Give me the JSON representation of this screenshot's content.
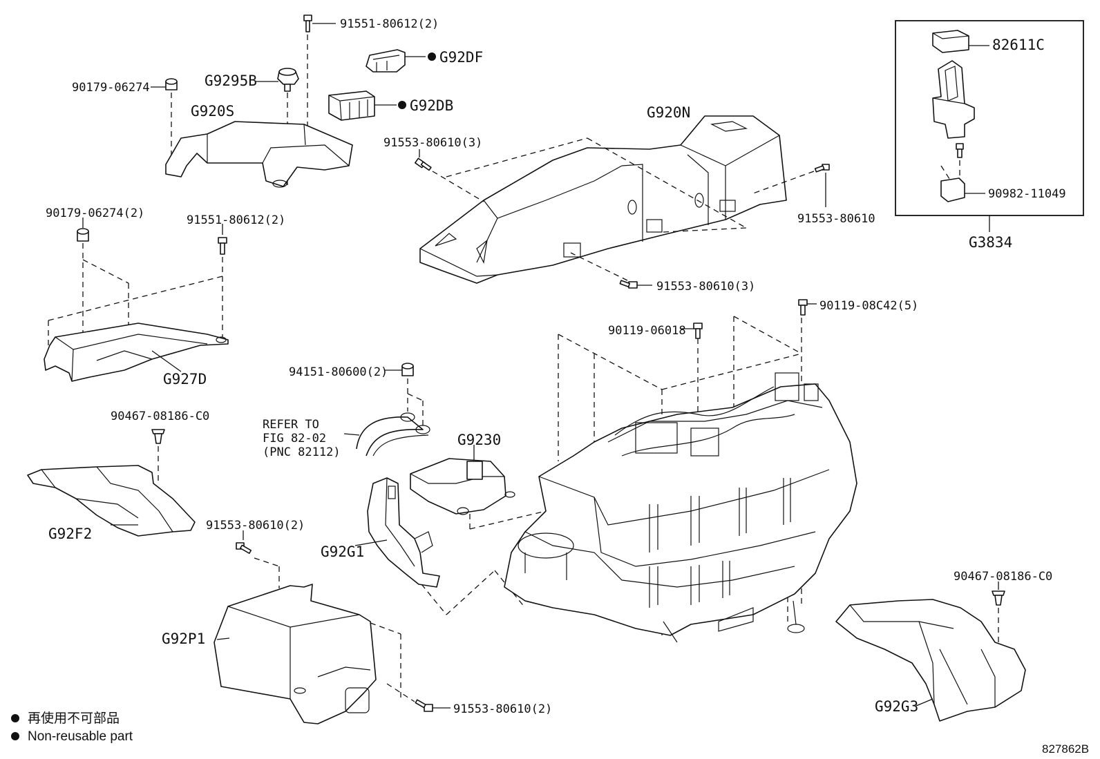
{
  "callouts": {
    "p91551_80612_2_top": "91551-80612(2)",
    "g92df": "G92DF",
    "g92db": "G92DB",
    "p90179_06274": "90179-06274",
    "g9295b": "G9295B",
    "g920s": "G920S",
    "p91553_80610_3_upper": "91553-80610(3)",
    "g920n": "G920N",
    "p91553_80610_right": "91553-80610",
    "p91553_80610_3_lower": "91553-80610(3)",
    "p90179_06274_2": "90179-06274(2)",
    "p91551_80612_2_mid": "91551-80612(2)",
    "g927d": "G927D",
    "p90119_06018": "90119-06018",
    "p90119_08c42_5": "90119-08C42(5)",
    "p94151_80600_2": "94151-80600(2)",
    "p90467_08186_c0_left": "90467-08186-C0",
    "refer_line1": "REFER TO",
    "refer_line2": "FIG 82-02",
    "refer_line3": "(PNC 82112)",
    "g9230": "G9230",
    "g92f2": "G92F2",
    "p91553_80610_2_mid": "91553-80610(2)",
    "g92g1": "G92G1",
    "g92p1": "G92P1",
    "p91553_80610_2_bottom": "91553-80610(2)",
    "p90467_08186_c0_right": "90467-08186-C0",
    "g92g3": "G92G3",
    "p82611c": "82611C",
    "p90982_11049": "90982-11049",
    "g3834": "G3834"
  },
  "legend": {
    "symbol": "●",
    "line_cn": "再使用不可部品",
    "line_en": "Non-reusable part"
  },
  "figure_code": "827862B"
}
